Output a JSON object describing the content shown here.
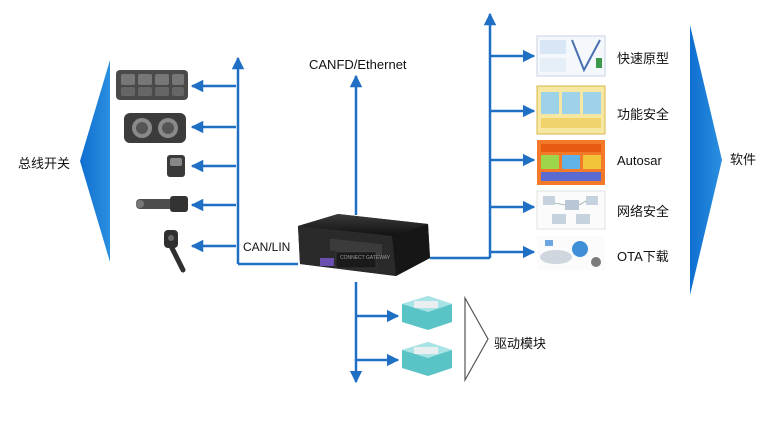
{
  "labels": {
    "bus_switches": "总线开关",
    "canfd_ethernet": "CANFD/Ethernet",
    "can_lin": "CAN/LIN",
    "software": "软件",
    "drive_module": "驱动模块"
  },
  "software_items": [
    {
      "label": "快速原型"
    },
    {
      "label": "功能安全"
    },
    {
      "label": "Autosar"
    },
    {
      "label": "网络安全"
    },
    {
      "label": "OTA下载"
    }
  ],
  "gateway": {
    "logo_text": "CONNECT GATEWAY"
  },
  "colors": {
    "accent_blue": "#1f6fc5",
    "triangle_blue": "#1a7ed6",
    "gateway_body": "#1e1e1e",
    "module_teal": "#56c3c7"
  },
  "icons": {
    "switch_panels": [
      "window-switch-panel-icon",
      "light-switch-panel-icon",
      "single-switch-icon",
      "stalk-switch-icon",
      "gear-lever-icon"
    ],
    "software_thumbnails": [
      "rapid-prototype-screenshot",
      "functional-safety-screenshot",
      "autosar-screenshot",
      "network-security-screenshot",
      "ota-screenshot"
    ],
    "drive_modules": [
      "drive-module-icon",
      "drive-module-icon"
    ]
  }
}
